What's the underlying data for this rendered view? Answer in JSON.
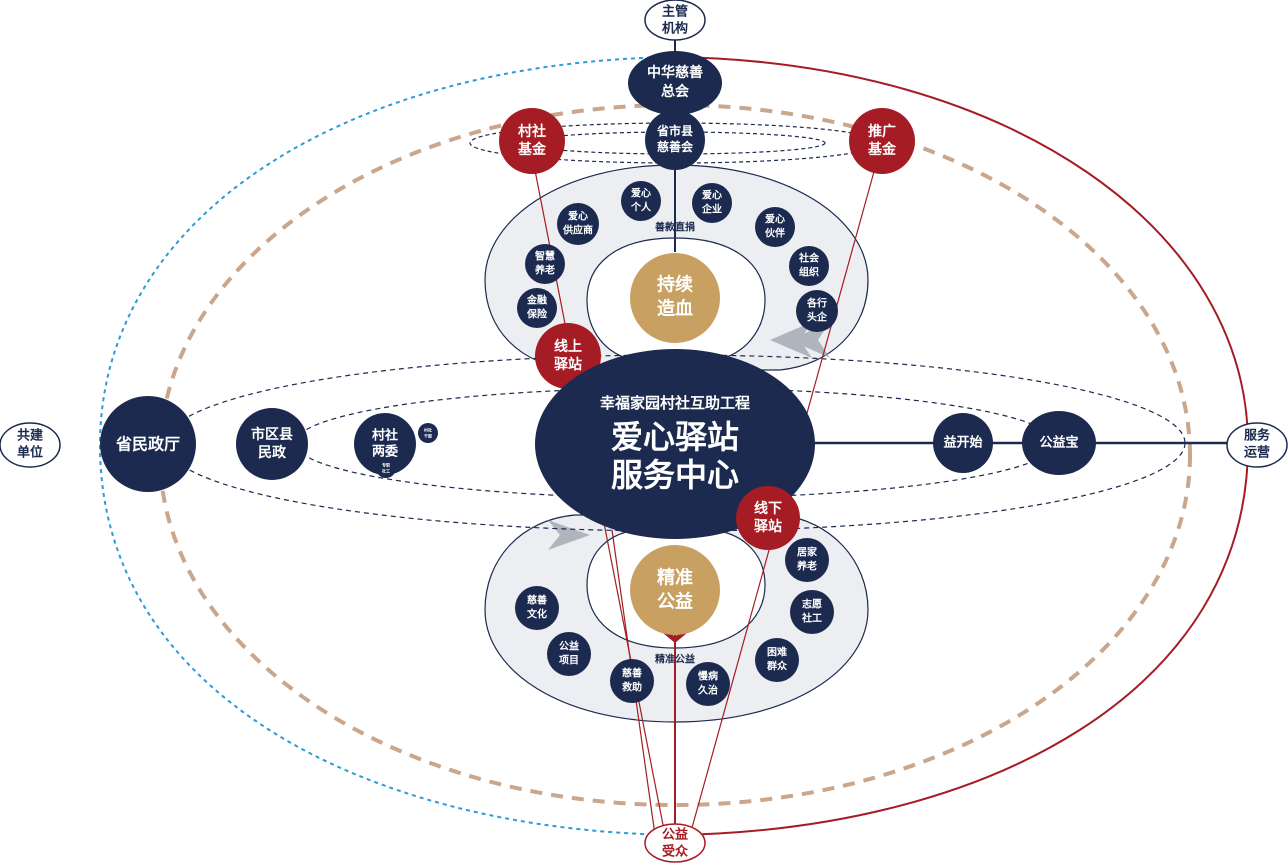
{
  "colors": {
    "navy": "#1b2a4e",
    "red": "#a51c24",
    "gold": "#c7a062",
    "ring_fill": "#eceef1",
    "dash_tan": "#c9a68c",
    "dash_blue": "#2c9bd6"
  },
  "outer_labels": {
    "top_authority": [
      "主管",
      "机构"
    ],
    "left_partner": [
      "共建",
      "单位"
    ],
    "right_service": [
      "服务",
      "运营"
    ],
    "bottom_beneficiary": [
      "公益",
      "受众"
    ]
  },
  "top_chain": {
    "charity_federation": [
      "中华慈善",
      "总会"
    ],
    "provincial_charity": [
      "省市县",
      "慈善会"
    ],
    "village_fund": [
      "村社",
      "基金"
    ],
    "promotion_fund": [
      "推广",
      "基金"
    ]
  },
  "upper_ring": {
    "core": [
      "持续",
      "造血"
    ],
    "flow_label": "善款直捐",
    "donors": [
      [
        "爱心",
        "个人"
      ],
      [
        "爱心",
        "企业"
      ],
      [
        "爱心",
        "伙伴"
      ],
      [
        "社会",
        "组织"
      ],
      [
        "各行",
        "头企"
      ],
      [
        "爱心",
        "供应商"
      ],
      [
        "智慧",
        "养老"
      ],
      [
        "金融",
        "保险"
      ]
    ],
    "online_station": [
      "线上",
      "驿站"
    ]
  },
  "center": {
    "subtitle": "幸福家园村社互助工程",
    "title_line1": "爱心驿站",
    "title_line2": "服务中心"
  },
  "government_chain": {
    "provincial": "省民政厅",
    "city_county": [
      "市区县",
      "民政"
    ],
    "village_committee": [
      "村社",
      "两委"
    ],
    "village_cadre": [
      "村社",
      "干部"
    ],
    "social_worker": [
      "专职",
      "社工"
    ]
  },
  "service_chain": {
    "yi_start": "益开始",
    "gongyi_bao": "公益宝"
  },
  "lower_ring": {
    "core": [
      "精准",
      "公益"
    ],
    "flow_label": "精准公益",
    "offline_station": [
      "线下",
      "驿站"
    ],
    "programs": [
      [
        "居家",
        "养老"
      ],
      [
        "志愿",
        "社工"
      ],
      [
        "困难",
        "群众"
      ],
      [
        "慢病",
        "久治"
      ],
      [
        "慈善",
        "救助"
      ],
      [
        "公益",
        "项目"
      ],
      [
        "慈善",
        "文化"
      ]
    ]
  }
}
